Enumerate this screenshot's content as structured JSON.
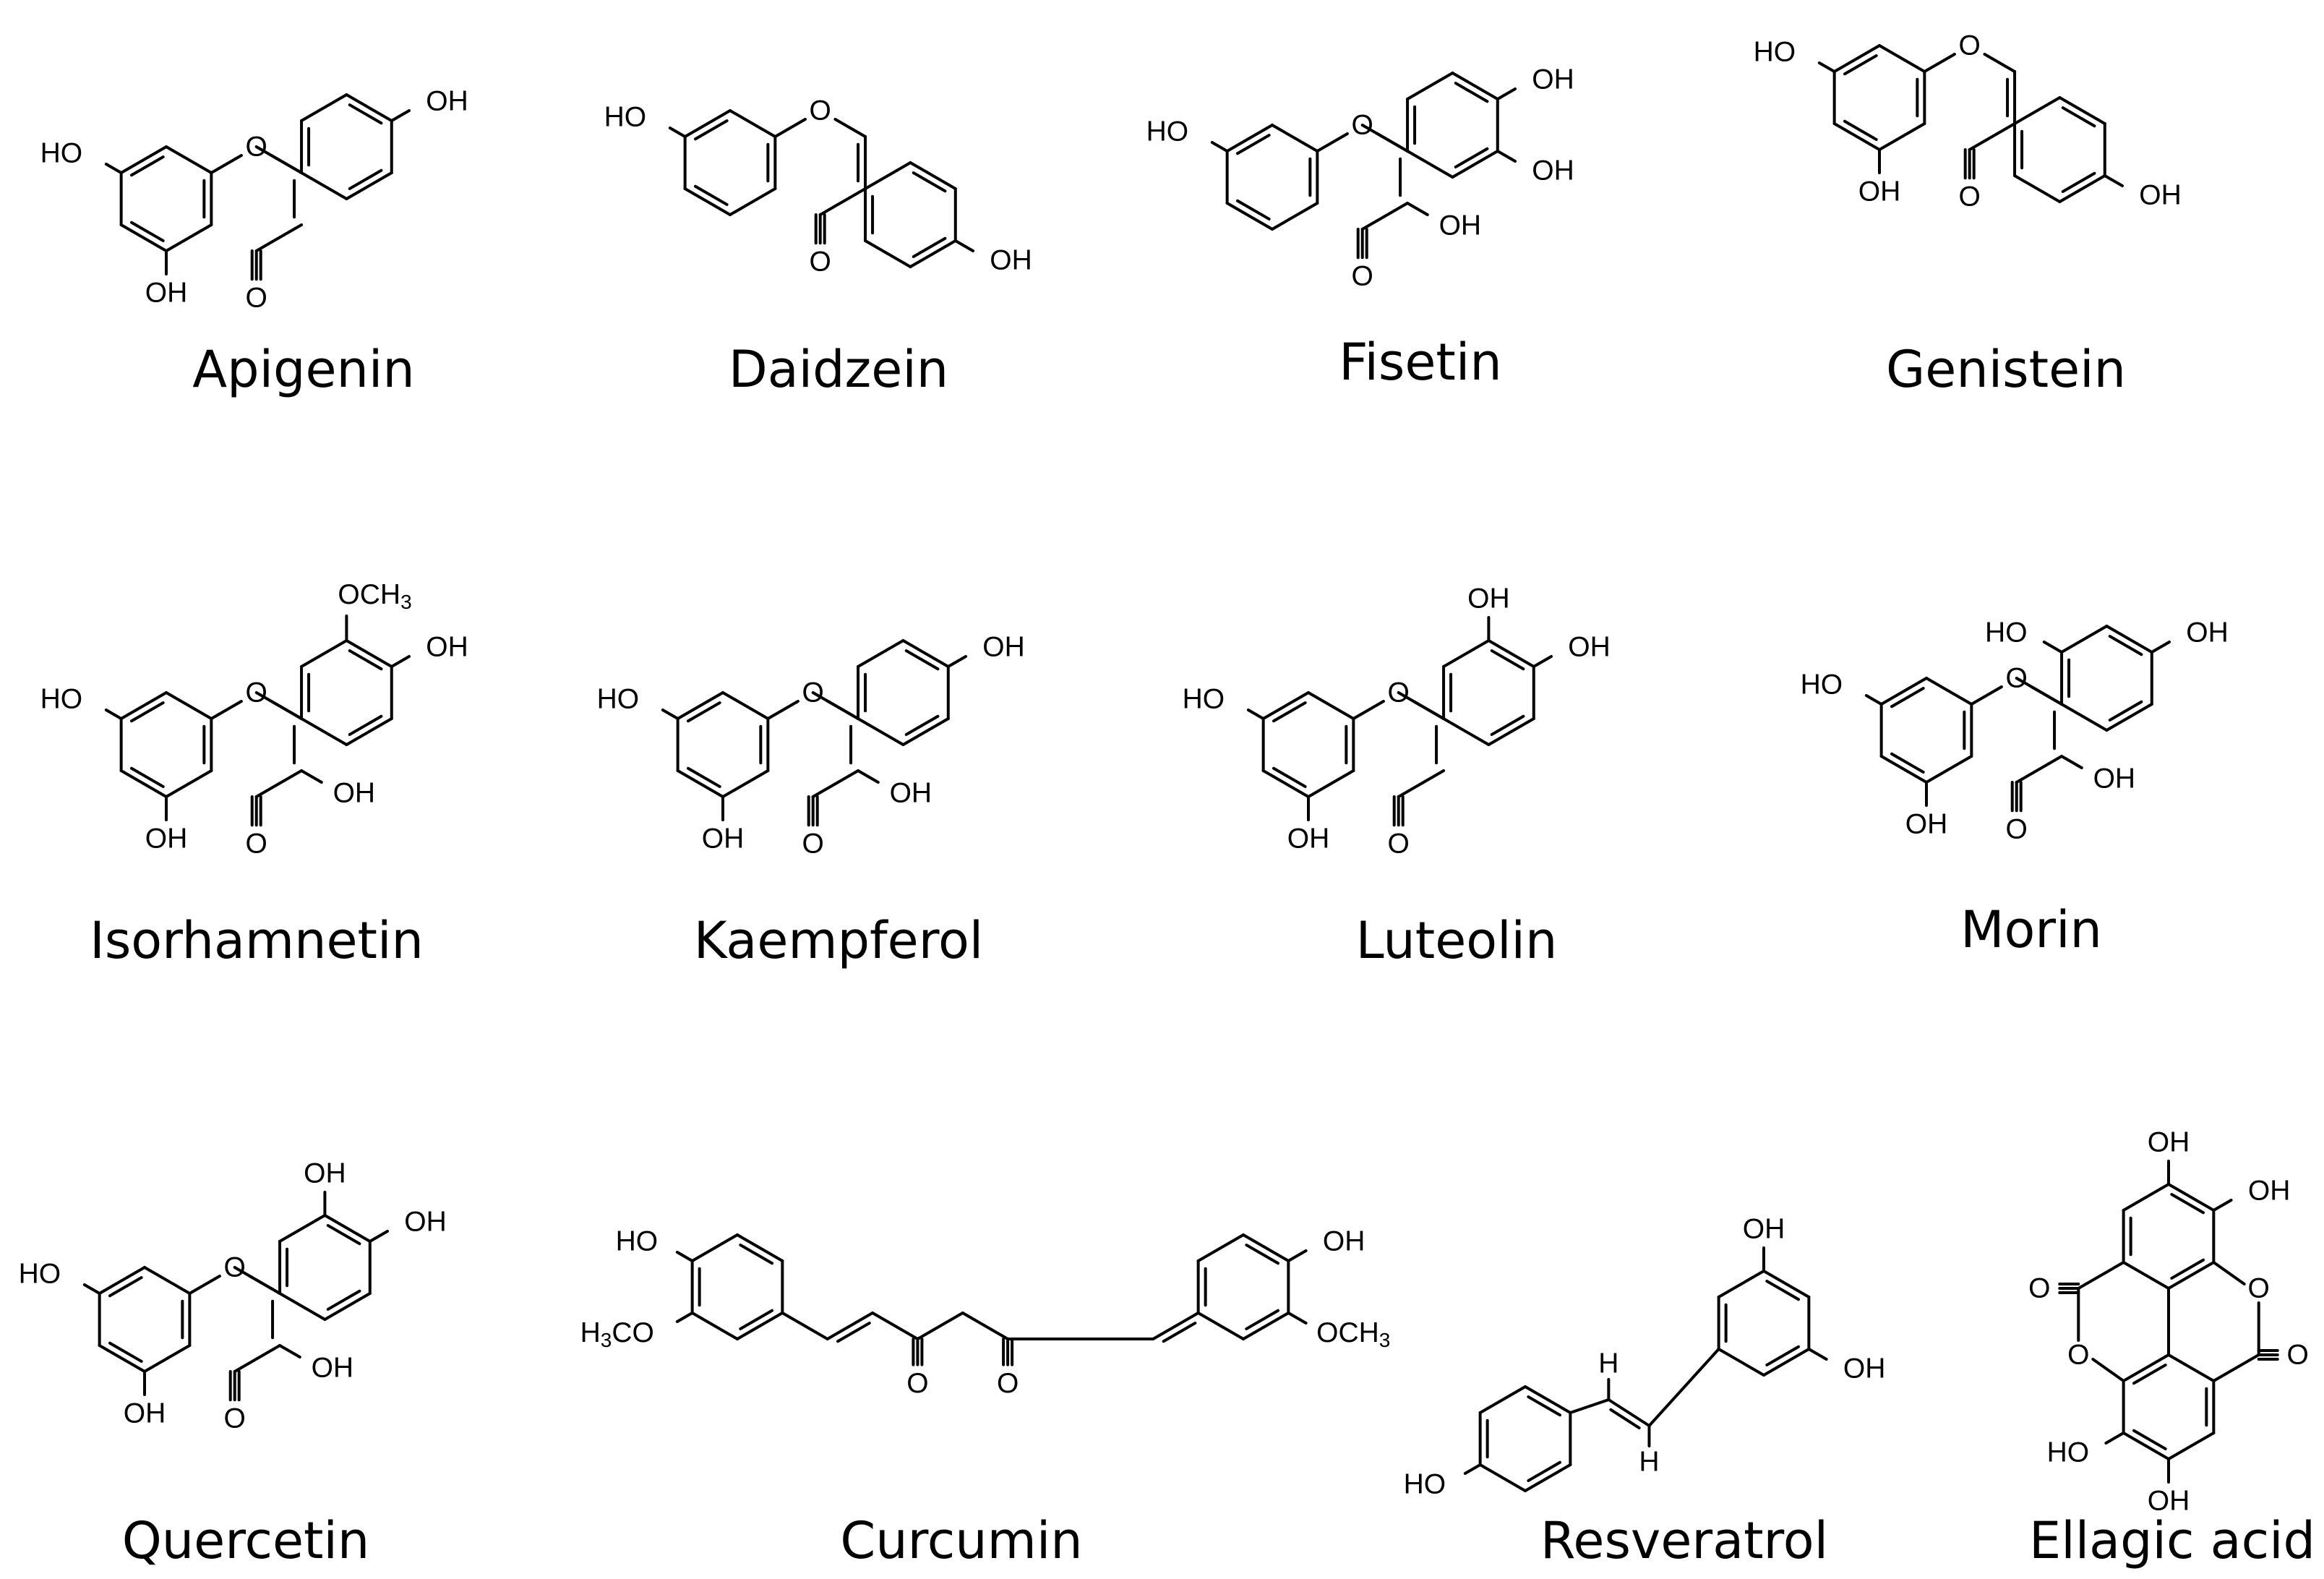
{
  "atoms": {
    "OH": "OH",
    "HO": "HO",
    "O": "O",
    "H": "H",
    "OCH": "OCH",
    "CH3": "3",
    "H3CO_H": "H",
    "H3CO_3": "3",
    "H3CO_CO": "CO"
  },
  "compounds": [
    {
      "name": "Apigenin"
    },
    {
      "name": "Daidzein"
    },
    {
      "name": "Fisetin"
    },
    {
      "name": "Genistein"
    },
    {
      "name": "Isorhamnetin"
    },
    {
      "name": "Kaempferol"
    },
    {
      "name": "Luteolin"
    },
    {
      "name": "Morin"
    },
    {
      "name": "Quercetin"
    },
    {
      "name": "Curcumin"
    },
    {
      "name": "Resveratrol"
    },
    {
      "name": "Ellagic acid"
    }
  ]
}
